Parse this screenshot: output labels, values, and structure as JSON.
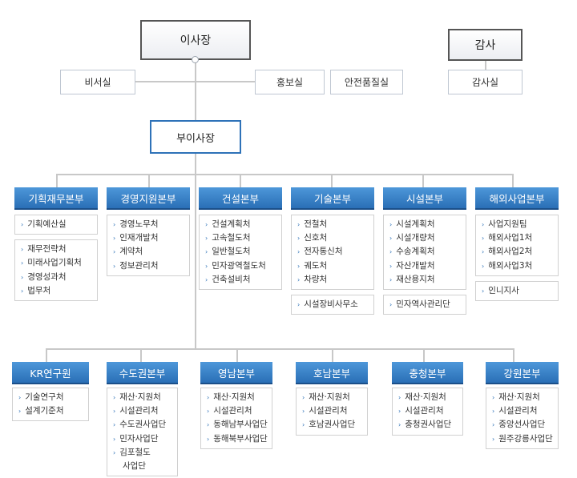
{
  "top": {
    "chairman": "이사장",
    "auditor": "감사",
    "secretary": "비서실",
    "pr": "홍보실",
    "safety_quality": "안전품질실",
    "audit_office": "감사실",
    "vice_president": "부이사장"
  },
  "row1": [
    {
      "header": "기획재무본부",
      "groups": [
        [
          "기획예산실"
        ],
        [
          "재무전략처",
          "미래사업기획처",
          "경영성과처",
          "법무처"
        ]
      ]
    },
    {
      "header": "경영지원본부",
      "groups": [
        [
          "경영노무처",
          "인재개발처",
          "계약처",
          "정보관리처"
        ]
      ]
    },
    {
      "header": "건설본부",
      "groups": [
        [
          "건설계획처",
          "고속철도처",
          "일반철도처",
          "민자광역철도처",
          "건축설비처"
        ]
      ]
    },
    {
      "header": "기술본부",
      "groups": [
        [
          "전철처",
          "신호처",
          "전자통신처",
          "궤도처",
          "차량처"
        ],
        [
          "시설장비사무소"
        ]
      ]
    },
    {
      "header": "시설본부",
      "groups": [
        [
          "시설계획처",
          "시설개량처",
          "수송계획처",
          "자산개발처",
          "재산용지처"
        ],
        [
          "민자역사관리단"
        ]
      ]
    },
    {
      "header": "해외사업본부",
      "groups": [
        [
          "사업지원팀",
          "해외사업1처",
          "해외사업2처",
          "해외사업3처"
        ],
        [
          "인니지사"
        ]
      ]
    }
  ],
  "row2": [
    {
      "header": "KR연구원",
      "items": [
        "기술연구처",
        "설계기준처"
      ]
    },
    {
      "header": "수도권본부",
      "items": [
        "재산·지원처",
        "시설관리처",
        "수도권사업단",
        "민자사업단",
        "김포철도",
        "사업단"
      ]
    },
    {
      "header": "영남본부",
      "items": [
        "재산·지원처",
        "시설관리처",
        "동해남부사업단",
        "동해북부사업단"
      ]
    },
    {
      "header": "호남본부",
      "items": [
        "재산·지원처",
        "시설관리처",
        "호남권사업단"
      ]
    },
    {
      "header": "충청본부",
      "items": [
        "재산·지원처",
        "시설관리처",
        "충청권사업단"
      ]
    },
    {
      "header": "강원본부",
      "items": [
        "재산·지원처",
        "시설관리처",
        "중앙선사업단",
        "원주강릉사업단"
      ]
    }
  ]
}
